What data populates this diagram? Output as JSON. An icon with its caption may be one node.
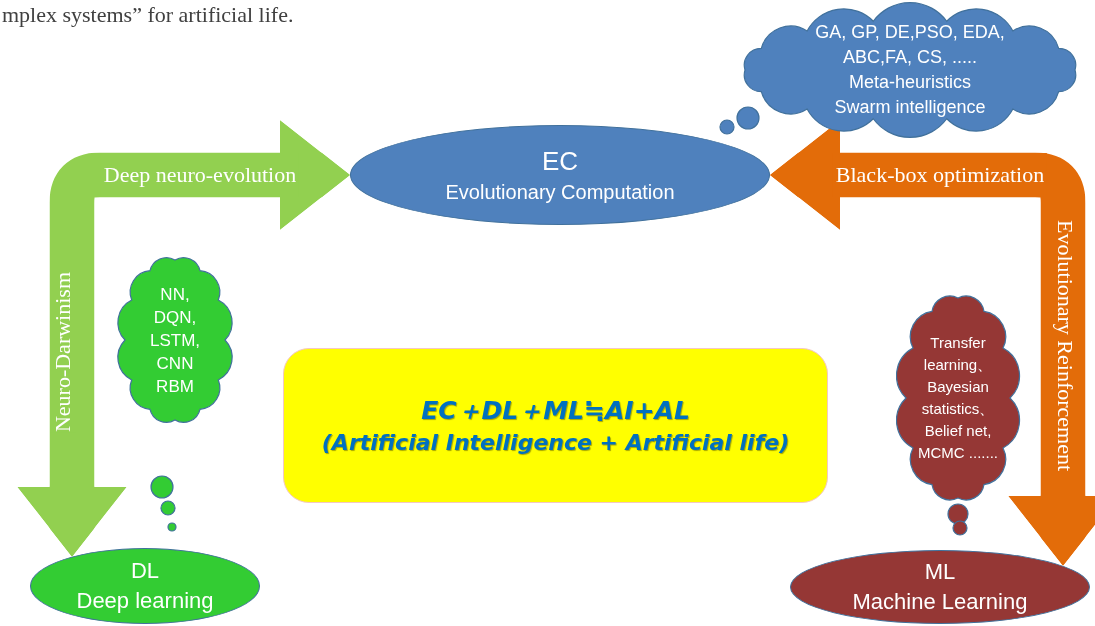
{
  "diagram": {
    "nodes": [
      {
        "text": [
          "GA, GP, DE,PSO, EDA, ABC,FA, CS, .....",
          "Meta-heuristics",
          "Swarm intelligence"
        ]
      },
      {
        "text": [
          "EC",
          "Evolutionary Computation"
        ]
      },
      {
        "text": [
          "NN, DQN, LSTM, CNN RBM"
        ]
      },
      {
        "text": [
          "EC＋DL＋ML≒AI+AL",
          "(Artificial Intelligence + Artificial life)"
        ]
      },
      {
        "text": [
          "Transfer learning、 Bayesian statistics、 Belief net, MCMC ......."
        ]
      },
      {
        "text": [
          "DL",
          "Deep learning"
        ]
      },
      {
        "text": [
          "ML",
          "Machine Learning"
        ]
      }
    ],
    "edges": [
      {
        "from": 5,
        "to": 1,
        "arrow": "both",
        "label": "Deep neuro-evolution",
        "color": "#92d050"
      },
      {
        "from": 6,
        "to": 1,
        "arrow": "both",
        "label": "Black-box optimization",
        "color": "#e36c09"
      }
    ],
    "labels": [
      "mplex systems” for artificial life.",
      "Neuro-Darwinism",
      "Evolutionary Reinforcement"
    ]
  }
}
